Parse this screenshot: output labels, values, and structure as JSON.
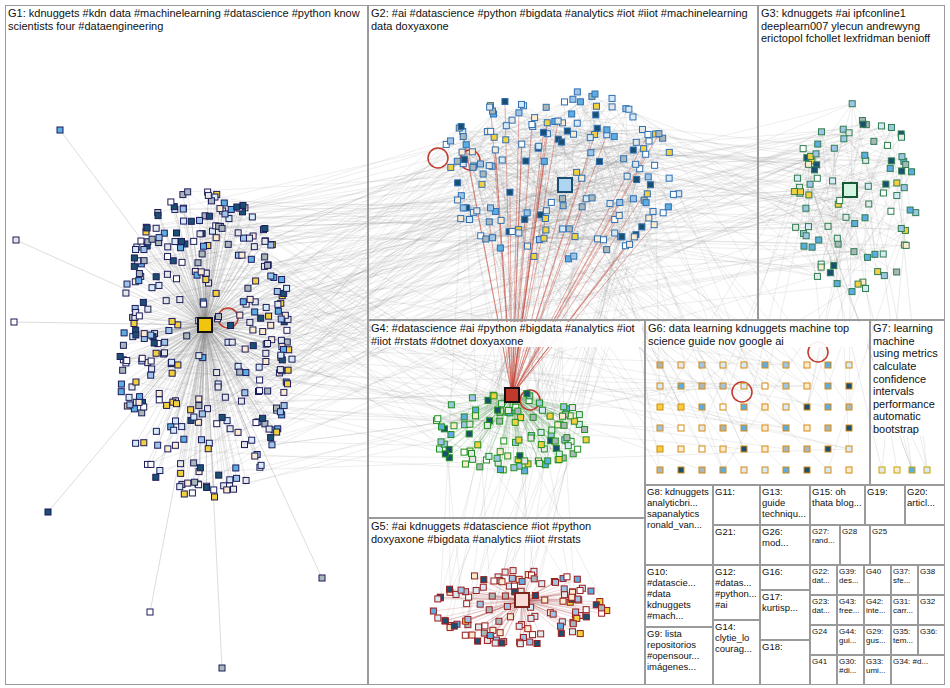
{
  "diagram": {
    "nodes": [
      {
        "text": [
          "G1: kdnuggets #kdn data #machinelearning #datascience #python know scientists four #dataengineering"
        ]
      },
      {
        "text": [
          "G2: #ai #datascience #python #bigdata #analytics #iot #iiot #machinelearning data doxyaxone"
        ]
      },
      {
        "text": [
          "G3: kdnuggets #ai ipfconline1 deeplearn007 ylecun andrewyng erictopol fchollet lexfridman benioff"
        ]
      },
      {
        "text": [
          "G4: #datascience #ai #python #bigdata #analytics #iot #iiot #rstats #dotnet doxyaxone"
        ]
      },
      {
        "text": [
          "G6: data learning kdnuggets machine top science guide nov google ai"
        ]
      },
      {
        "text": [
          "G7: learning machine using metrics calculate confidence intervals performance automatic bootstrap"
        ]
      },
      {
        "text": [
          "G5: #ai kdnuggets #datascience #iot #python doxyaxone #bigdata #analytics #iiot #rstats"
        ]
      },
      {
        "text": [
          "G8: kdnuggets analyticbri... sapanalytics ronald_van..."
        ]
      },
      {
        "text": [
          "G11:"
        ]
      },
      {
        "text": [
          "G13: guide techniqu..."
        ]
      },
      {
        "text": [
          "G15: oh thata blog..."
        ]
      },
      {
        "text": [
          "G19:"
        ]
      },
      {
        "text": [
          "G20: articl..."
        ]
      },
      {
        "text": [
          "G21:"
        ]
      },
      {
        "text": [
          "G26: mod..."
        ]
      },
      {
        "text": [
          "G27: rand..."
        ]
      },
      {
        "text": [
          "G28"
        ]
      },
      {
        "text": [
          "G25"
        ]
      },
      {
        "text": [
          "G10: #datascie... #data kdnuggets #mach..."
        ]
      },
      {
        "text": [
          "G12: #datas... #python... #ai"
        ]
      },
      {
        "text": [
          "G16:"
        ]
      },
      {
        "text": [
          "G22: dat..."
        ]
      },
      {
        "text": [
          "G39: des..."
        ]
      },
      {
        "text": [
          "G40"
        ]
      },
      {
        "text": [
          "G37: sfe..."
        ]
      },
      {
        "text": [
          "G38"
        ]
      },
      {
        "text": [
          "G17: kurtisp..."
        ]
      },
      {
        "text": [
          "G23: dat..."
        ]
      },
      {
        "text": [
          "G43: free..."
        ]
      },
      {
        "text": [
          "G42: inte..."
        ]
      },
      {
        "text": [
          "G31: carr..."
        ]
      },
      {
        "text": [
          "G32"
        ]
      },
      {
        "text": [
          "G9: lista repositorios #opensour... imágenes..."
        ]
      },
      {
        "text": [
          "G14: clytie_lo courag..."
        ]
      },
      {
        "text": [
          "G24"
        ]
      },
      {
        "text": [
          "G44: gui..."
        ]
      },
      {
        "text": [
          "G29: gus..."
        ]
      },
      {
        "text": [
          "G35: tem..."
        ]
      },
      {
        "text": [
          "G36:"
        ]
      },
      {
        "text": [
          "G18:"
        ]
      },
      {
        "text": [
          "G41"
        ]
      },
      {
        "text": [
          "G30: #di..."
        ]
      },
      {
        "text": [
          "G33: umi..."
        ]
      },
      {
        "text": [
          "G34: #d..."
        ]
      }
    ]
  }
}
